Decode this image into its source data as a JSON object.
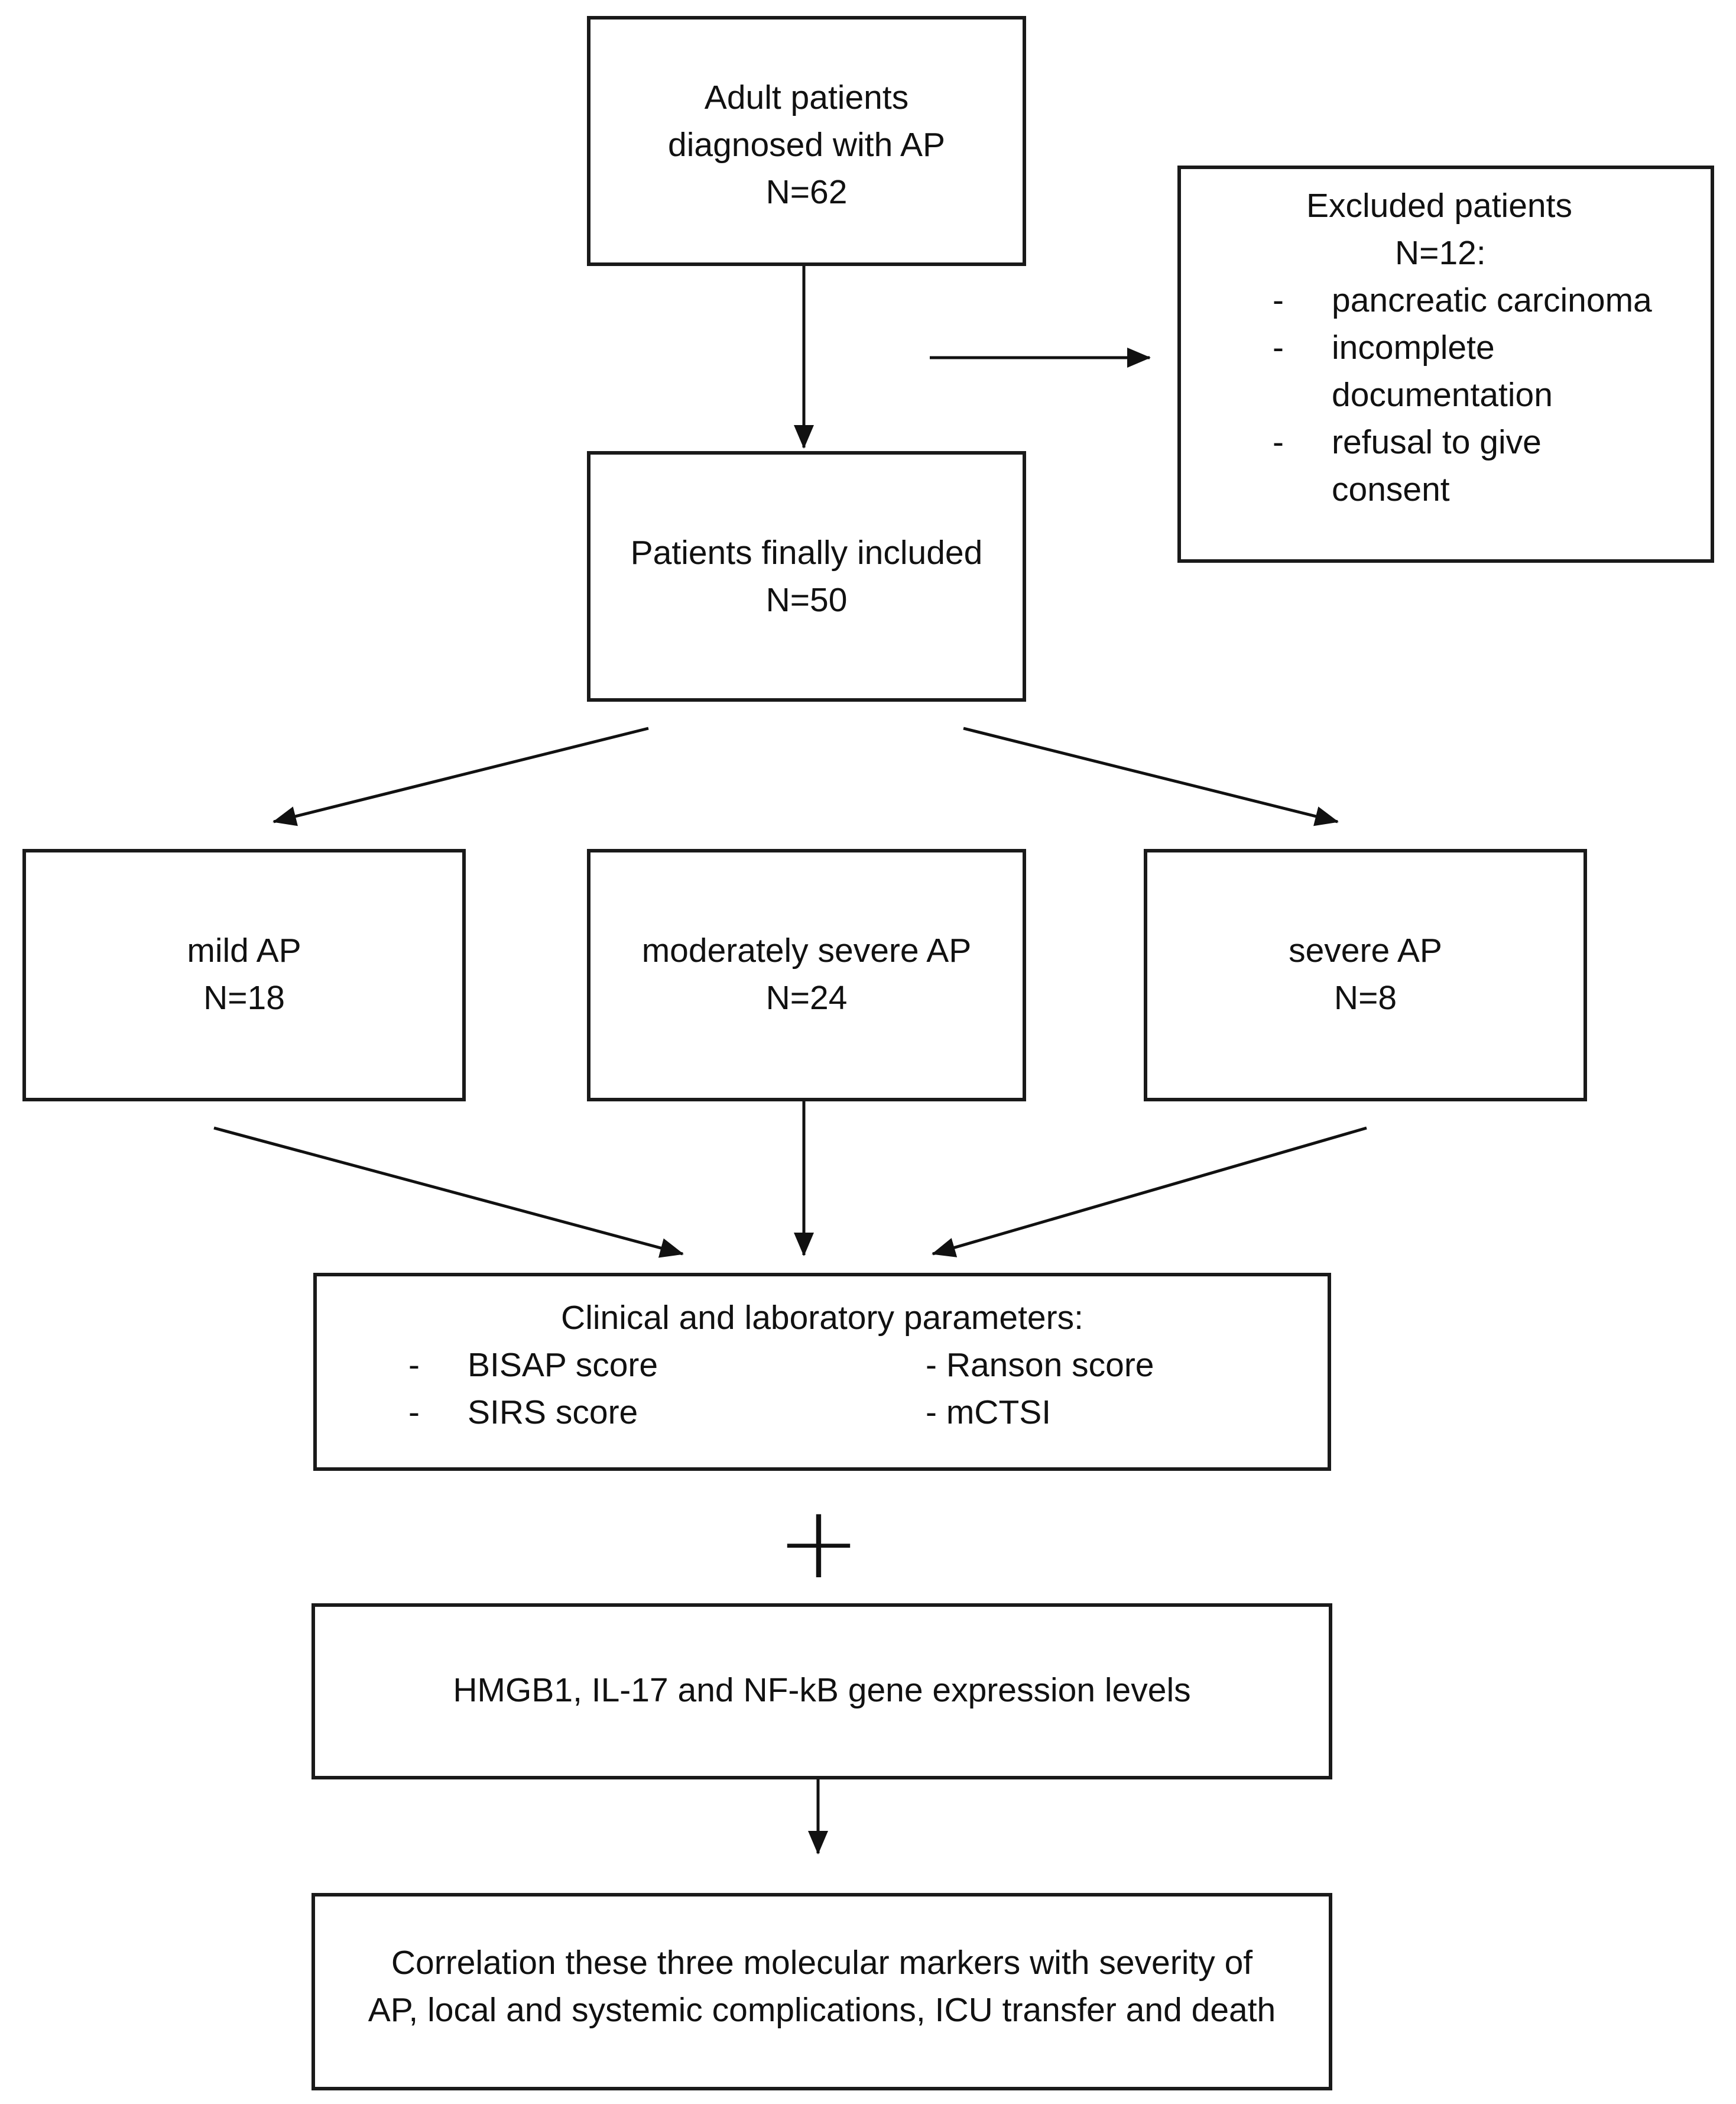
{
  "adult": {
    "line1": "Adult patients",
    "line2": "diagnosed with AP",
    "n": "N=62"
  },
  "excluded": {
    "title": "Excluded patients",
    "n": "N=12:",
    "dash": "-",
    "items": [
      {
        "lines": [
          "pancreatic carcinoma"
        ]
      },
      {
        "lines": [
          "incomplete",
          "documentation"
        ]
      },
      {
        "lines": [
          "refusal to give",
          "consent"
        ]
      }
    ]
  },
  "included": {
    "line1": "Patients finally included",
    "n": "N=50"
  },
  "groups": [
    {
      "label": "mild AP",
      "n": "N=18"
    },
    {
      "label": "moderately severe AP",
      "n": "N=24"
    },
    {
      "label": "severe AP",
      "n": "N=8"
    }
  ],
  "clinical": {
    "title": "Clinical and laboratory parameters:",
    "dash": "-",
    "left": [
      "BISAP score",
      "SIRS score"
    ],
    "right": [
      "- Ranson score",
      "- mCTSI"
    ]
  },
  "plus": "+",
  "genes": {
    "text": "HMGB1, IL-17 and NF-kB gene expression levels"
  },
  "correlation": {
    "line1": "Correlation these three molecular markers with severity of",
    "line2": "AP, local and systemic complications, ICU transfer and death"
  }
}
